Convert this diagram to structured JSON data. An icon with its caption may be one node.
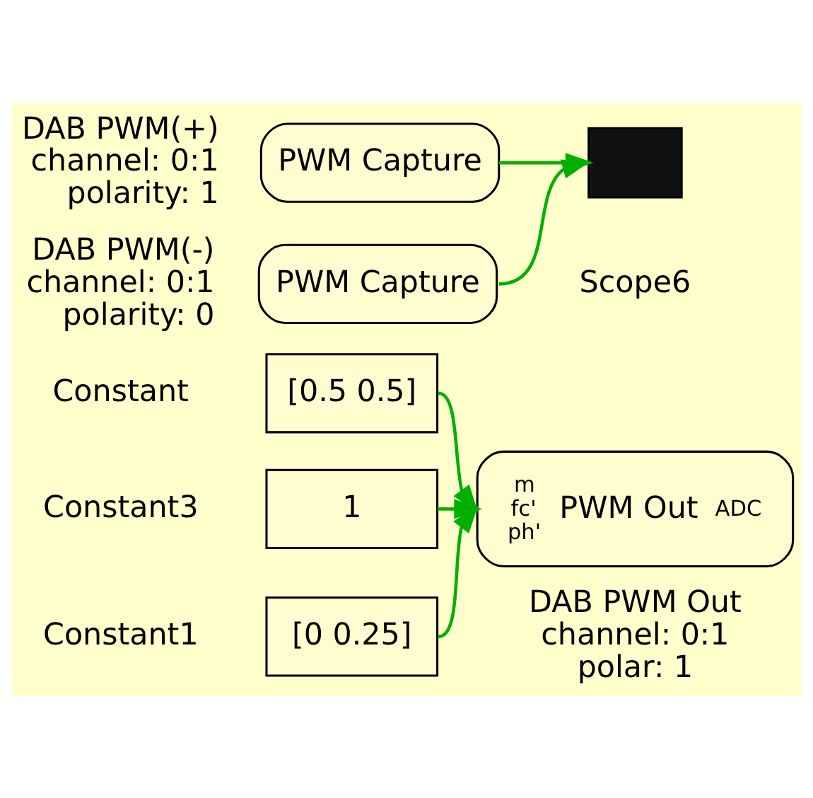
{
  "diagram": {
    "nodes": [
      {
        "text": [
          "PWM Capture"
        ],
        "beside": [
          "DAB PWM(+)",
          "channel: 0:1",
          "polarity: 1"
        ]
      },
      {
        "text": [
          "PWM Capture"
        ],
        "beside": [
          "DAB PWM(-)",
          "channel: 0:1",
          "polarity: 0"
        ]
      },
      {
        "text": [],
        "shape": "box",
        "beside": [
          "Scope6"
        ]
      },
      {
        "text": [
          "[0.5 0.5]"
        ],
        "beside": [
          "Constant"
        ]
      },
      {
        "text": [
          "1"
        ],
        "beside": [
          "Constant3"
        ]
      },
      {
        "text": [
          "[0 0.25]"
        ],
        "beside": [
          "Constant1"
        ]
      },
      {
        "text": [
          "m",
          "fc'",
          "ph'",
          "PWM Out",
          "ADC"
        ],
        "beside": [
          "DAB PWM Out",
          "channel: 0:1",
          "polar: 1"
        ]
      }
    ],
    "edges": [
      {
        "from": 0,
        "to": 2,
        "arrow": "to"
      },
      {
        "from": 1,
        "to": 2,
        "arrow": "to"
      },
      {
        "from": 3,
        "to": 6,
        "arrow": "to"
      },
      {
        "from": 4,
        "to": 6,
        "arrow": "to"
      },
      {
        "from": 5,
        "to": 6,
        "arrow": "to"
      }
    ]
  }
}
